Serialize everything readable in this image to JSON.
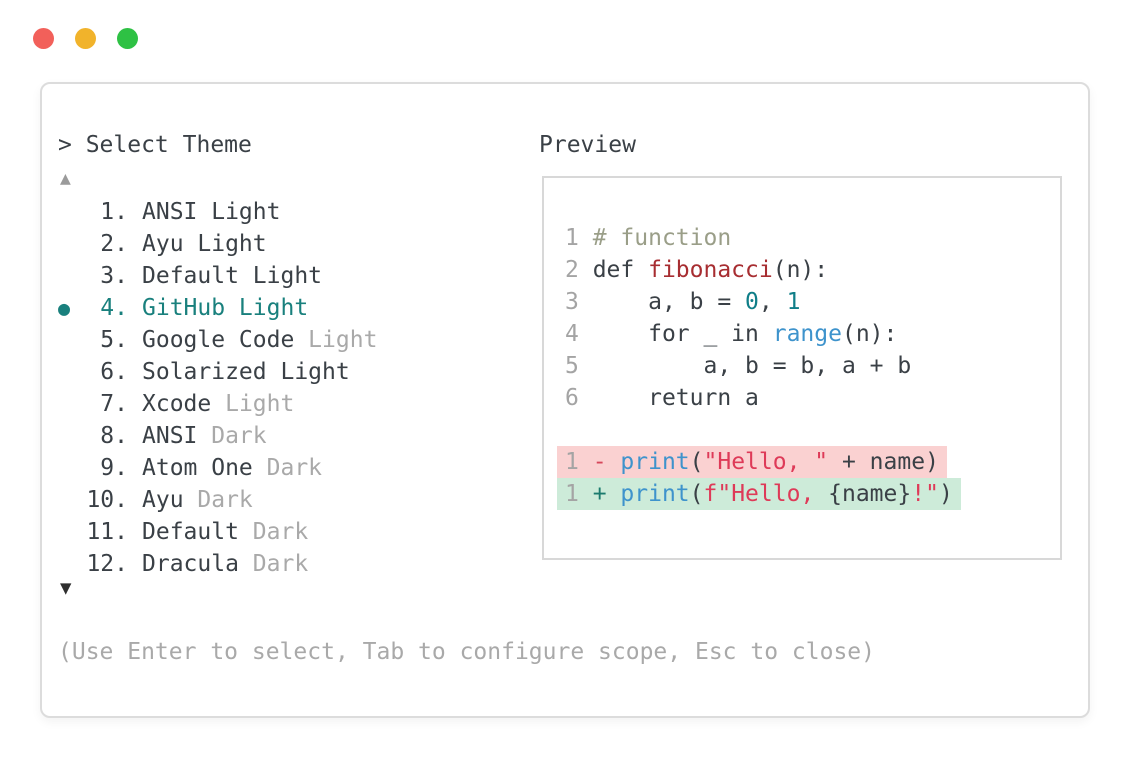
{
  "window_controls": {
    "dots": [
      {
        "name": "close",
        "color": "#f2605a"
      },
      {
        "name": "minimize",
        "color": "#f1b32b"
      },
      {
        "name": "maximize",
        "color": "#2ec144"
      }
    ]
  },
  "theme_selector": {
    "title": "> Select Theme",
    "scroll_up_indicator": "▲",
    "scroll_down_indicator": "▼",
    "items": [
      {
        "number": "1.",
        "text": "ANSI Light",
        "muted": "",
        "selected": false
      },
      {
        "number": "2.",
        "text": "Ayu Light",
        "muted": "",
        "selected": false
      },
      {
        "number": "3.",
        "text": "Default Light",
        "muted": "",
        "selected": false
      },
      {
        "number": "4.",
        "text": "GitHub Light",
        "muted": "",
        "selected": true
      },
      {
        "number": "5.",
        "text": "Google Code",
        "muted": "Light",
        "selected": false
      },
      {
        "number": "6.",
        "text": "Solarized Light",
        "muted": "",
        "selected": false
      },
      {
        "number": "7.",
        "text": "Xcode",
        "muted": "Light",
        "selected": false
      },
      {
        "number": "8.",
        "text": "ANSI",
        "muted": "Dark",
        "selected": false
      },
      {
        "number": "9.",
        "text": "Atom One",
        "muted": "Dark",
        "selected": false
      },
      {
        "number": "10.",
        "text": "Ayu",
        "muted": "Dark",
        "selected": false
      },
      {
        "number": "11.",
        "text": "Default",
        "muted": "Dark",
        "selected": false
      },
      {
        "number": "12.",
        "text": "Dracula",
        "muted": "Dark",
        "selected": false
      }
    ],
    "help_text": "(Use Enter to select, Tab to configure scope, Esc to close)"
  },
  "preview": {
    "label": "Preview",
    "lines": [
      {
        "number": "1",
        "tokens": [
          {
            "text": "# function",
            "type": "comment"
          }
        ]
      },
      {
        "number": "2",
        "tokens": [
          {
            "text": "def ",
            "type": "plain"
          },
          {
            "text": "fibonacci",
            "type": "function"
          },
          {
            "text": "(n):",
            "type": "plain"
          }
        ]
      },
      {
        "number": "3",
        "tokens": [
          {
            "text": "    a, b = ",
            "type": "plain"
          },
          {
            "text": "0",
            "type": "number"
          },
          {
            "text": ", ",
            "type": "plain"
          },
          {
            "text": "1",
            "type": "number"
          }
        ]
      },
      {
        "number": "4",
        "tokens": [
          {
            "text": "    for _ in ",
            "type": "plain"
          },
          {
            "text": "range",
            "type": "builtin"
          },
          {
            "text": "(n):",
            "type": "plain"
          }
        ]
      },
      {
        "number": "5",
        "tokens": [
          {
            "text": "        a, b = b, a + b",
            "type": "plain"
          }
        ]
      },
      {
        "number": "6",
        "tokens": [
          {
            "text": "    return a",
            "type": "plain"
          }
        ]
      },
      {
        "blank": true
      },
      {
        "number": "1",
        "diff": "removed",
        "tokens": [
          {
            "text": "- ",
            "type": "diff_minus"
          },
          {
            "text": "print",
            "type": "builtin"
          },
          {
            "text": "(",
            "type": "plain"
          },
          {
            "text": "\"Hello, \"",
            "type": "string"
          },
          {
            "text": " + name)",
            "type": "plain"
          }
        ]
      },
      {
        "number": "1",
        "diff": "added",
        "tokens": [
          {
            "text": "+ ",
            "type": "diff_plus"
          },
          {
            "text": "print",
            "type": "builtin"
          },
          {
            "text": "(",
            "type": "plain"
          },
          {
            "text": "f\"Hello, ",
            "type": "string"
          },
          {
            "text": "{name}",
            "type": "plain"
          },
          {
            "text": "!\"",
            "type": "string"
          },
          {
            "text": ")",
            "type": "plain"
          }
        ]
      }
    ]
  },
  "colors": {
    "accent_teal": "#19807d",
    "text_dark": "#3a4046",
    "text_muted": "#a9a9a9",
    "diff_removed_bg": "#fad1d1",
    "diff_added_bg": "#cdebd9",
    "dot_red": "#f2605a",
    "dot_yellow": "#f1b32b",
    "dot_green": "#2ec144",
    "syntax": {
      "comment": "#9a9e88",
      "function": "#a72d31",
      "number": "#0f7e88",
      "builtin": "#3e93cc",
      "string": "#de3a58",
      "diff_minus": "#d6475a",
      "diff_plus": "#1b7b6e",
      "line_number": "#a4a4a4"
    }
  }
}
